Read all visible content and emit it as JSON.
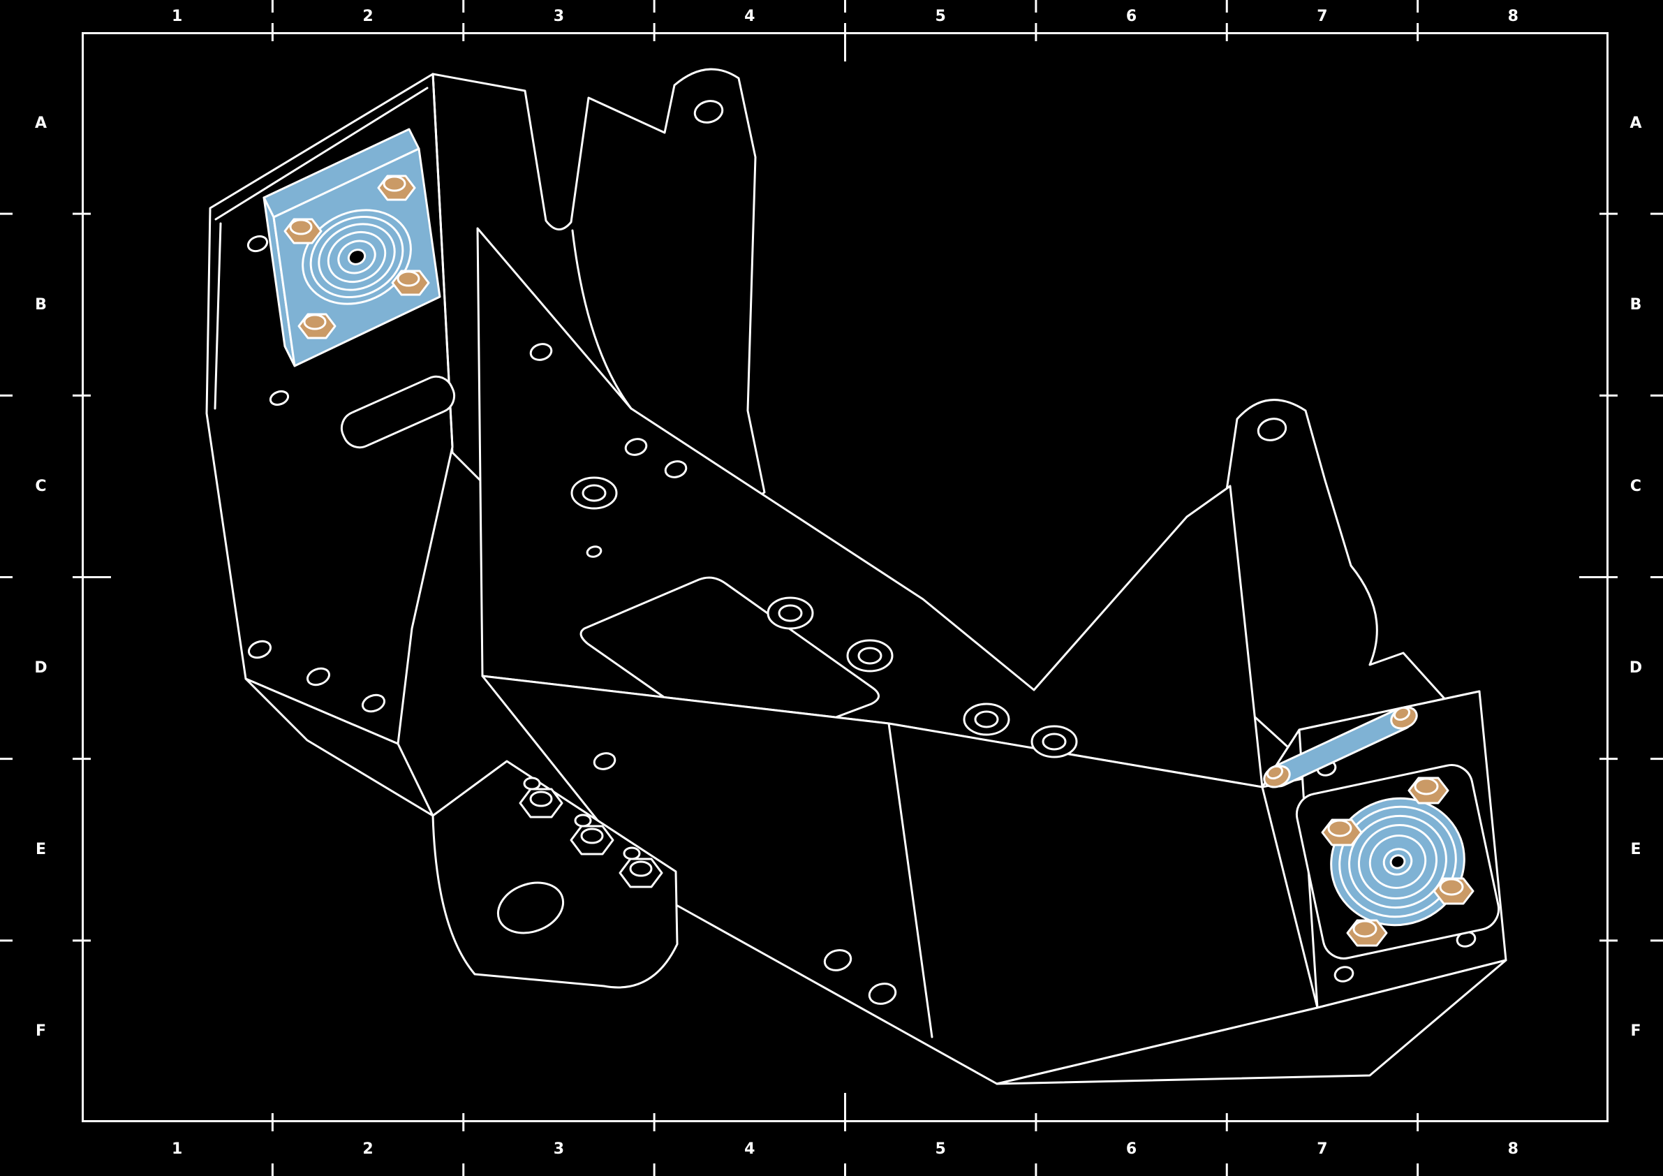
{
  "grid": {
    "columns": [
      "1",
      "2",
      "3",
      "4",
      "5",
      "6",
      "7",
      "8"
    ],
    "rows": [
      "A",
      "B",
      "C",
      "D",
      "E",
      "F"
    ]
  },
  "colors": {
    "line": "#ffffff",
    "background": "#000000",
    "highlight_blue": "#7fb2d4",
    "highlight_tan": "#ca9a66"
  },
  "drawing": {
    "highlighted_parts": [
      "left-bearing-block",
      "right-bearing-flange",
      "bearing-slot",
      "fastener-bolts"
    ]
  }
}
